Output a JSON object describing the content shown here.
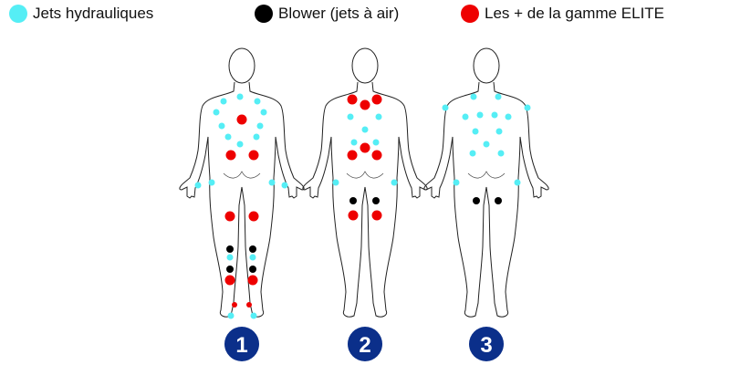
{
  "legend": [
    {
      "label": "Jets hydrauliques",
      "color": "#55eef5"
    },
    {
      "label": "Blower (jets à air)",
      "color": "#000000"
    },
    {
      "label": "Les + de la gamme ELITE",
      "color": "#ee0000"
    }
  ],
  "figures": [
    {
      "number": "1"
    },
    {
      "number": "2"
    },
    {
      "number": "3"
    }
  ],
  "badge_color": "#0b2f8a"
}
